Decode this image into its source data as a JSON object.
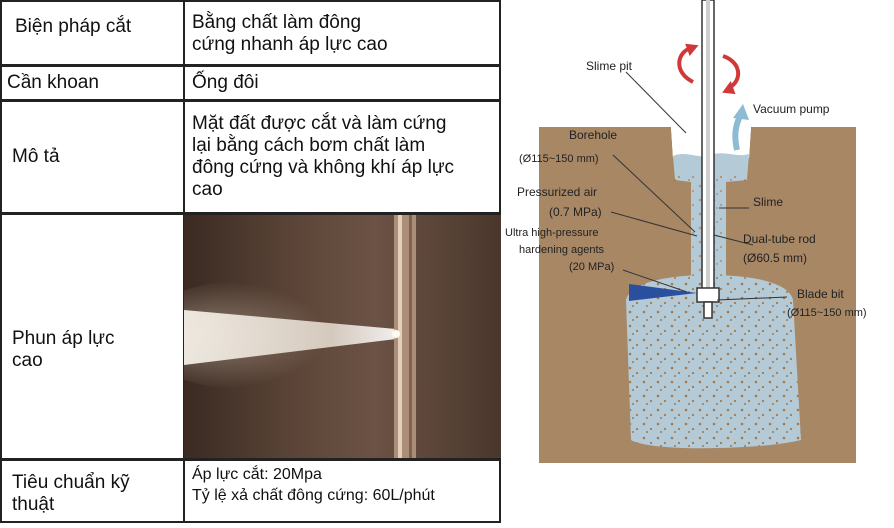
{
  "table": {
    "rows": [
      {
        "label": "Biện pháp cắt",
        "value_lines": [
          "Bằng chất làm đông",
          "cứng nhanh áp lực cao"
        ]
      },
      {
        "label": "Cần khoan",
        "value_lines": [
          "Ống đôi"
        ]
      },
      {
        "label": "Mô tả",
        "value_lines": [
          "Mặt đất được cắt và làm cứng",
          "lại bằng cách bơm chất làm",
          "đông cứng và không khí áp lực",
          "cao"
        ]
      },
      {
        "label_lines": [
          "Phun áp lực",
          "cao"
        ]
      },
      {
        "label_lines": [
          "Tiêu chuẩn kỹ",
          "thuật"
        ],
        "value_lines": [
          "Áp lực cắt: 20Mpa",
          "Tỷ lệ xả chất đông cứng: 60L/phút"
        ]
      }
    ]
  },
  "diagram": {
    "labels": {
      "slime_pit": "Slime pit",
      "vacuum_pump": "Vacuum pump",
      "borehole": "Borehole",
      "borehole_dim": "(Ø115~150 mm)",
      "slime": "Slime",
      "pressurized_air": "Pressurized air",
      "pressurized_air_val": "(0.7 MPa)",
      "ultra_1": "Ultra high-pressure",
      "ultra_2": "hardening agents",
      "ultra_val": "(20 MPa)",
      "dual_tube": "Dual-tube rod",
      "dual_tube_dim": "(Ø60.5 mm)",
      "blade_bit": "Blade bit",
      "blade_bit_dim": "(Ø115~150 mm)"
    },
    "colors": {
      "soil": "#a88765",
      "grout": "#b4cad6",
      "arrow_red": "#d0393a",
      "arrow_blue": "#8cbcd4",
      "jet": "#2a4f9e"
    }
  }
}
